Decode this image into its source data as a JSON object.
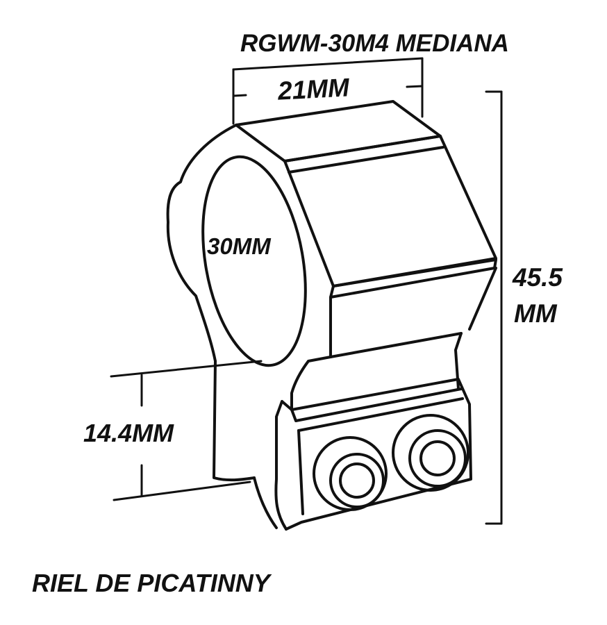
{
  "title": "RGWM-30M4 MEDIANA",
  "dimensions": {
    "width": "21MM",
    "ring_diameter": "30MM",
    "height_line1": "45.5",
    "height_line2": "MM",
    "base_height": "14.4MM"
  },
  "footer": "RIEL DE PICATINNY",
  "colors": {
    "ink": "#111111",
    "background": "#ffffff"
  }
}
